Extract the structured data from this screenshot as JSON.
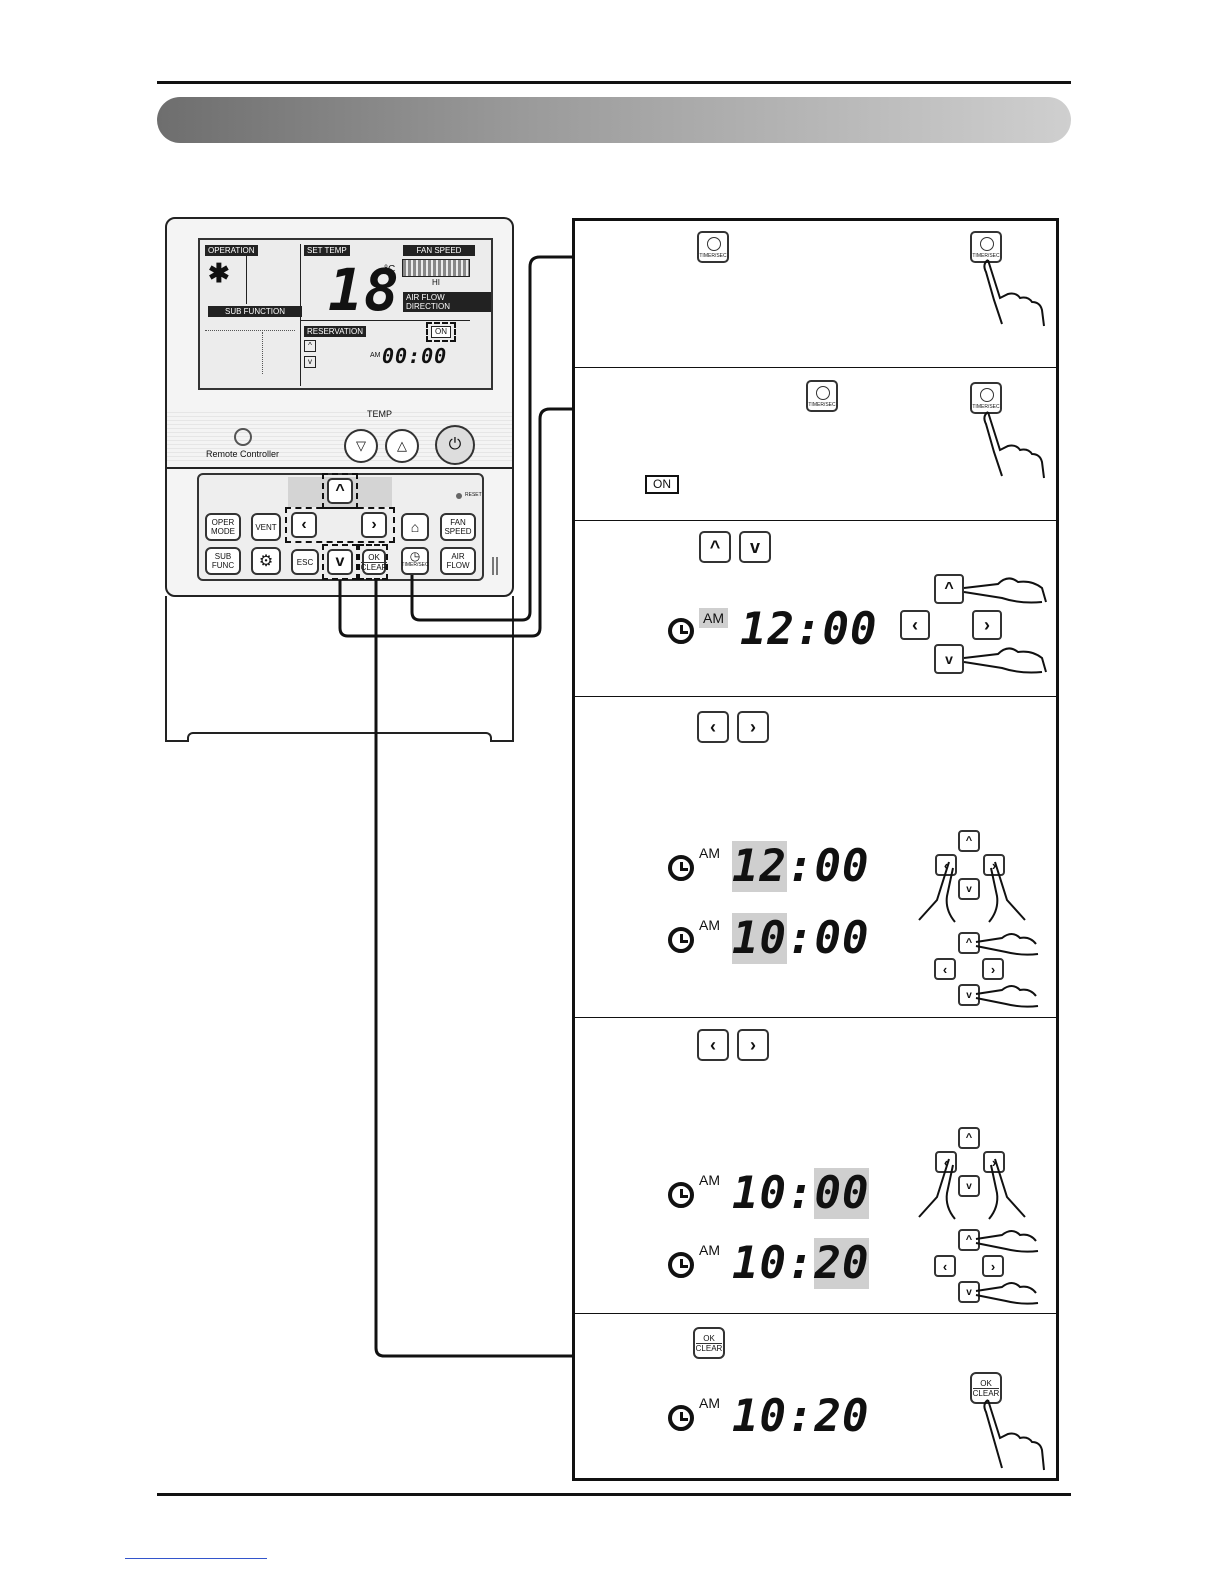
{
  "remote": {
    "lcd": {
      "operation_label": "OPERATION",
      "set_temp_label": "SET TEMP",
      "fan_speed_label": "FAN SPEED",
      "fan_speed_value": "HI",
      "air_flow_label": "AIR FLOW DIRECTION",
      "sub_function_label": "SUB FUNCTION",
      "reservation_label": "RESERVATION",
      "temperature": "18",
      "unit": "°C",
      "on_label": "ON",
      "time_am": "AM",
      "time": "00:00"
    },
    "brand_text": "Remote Controller",
    "temp_label": "TEMP",
    "reset_label": "RESET",
    "buttons": {
      "oper_mode": "OPER\nMODE",
      "vent": "VENT",
      "fan_speed": "FAN\nSPEED",
      "sub_func": "SUB\nFUNC",
      "esc": "ESC",
      "ok_clear_top": "OK",
      "ok_clear_bottom": "CLEAR",
      "timer": "TIMER/SEC",
      "air_flow": "AIR\nFLOW"
    }
  },
  "steps": {
    "step2_on": "ON",
    "step3_time": {
      "am": "AM",
      "hours": "12",
      "minutes": "00"
    },
    "step4_times": [
      {
        "am": "AM",
        "hours": "12",
        "minutes": "00"
      },
      {
        "am": "AM",
        "hours": "10",
        "minutes": "00"
      }
    ],
    "step5_times": [
      {
        "am": "AM",
        "hours": "10",
        "minutes": "00"
      },
      {
        "am": "AM",
        "hours": "10",
        "minutes": "20"
      }
    ],
    "step6_time": {
      "am": "AM",
      "hours": "10",
      "minutes": "20"
    },
    "ok_top": "OK",
    "ok_bottom": "CLEAR",
    "timer_label": "TIMER/SEC"
  },
  "icons": {
    "up": "chevron-up-icon",
    "down": "chevron-down-icon",
    "left": "chevron-left-icon",
    "right": "chevron-right-icon",
    "clock": "clock-icon",
    "hand": "pointing-hand-icon",
    "power": "power-icon",
    "settings": "settings-icon"
  }
}
